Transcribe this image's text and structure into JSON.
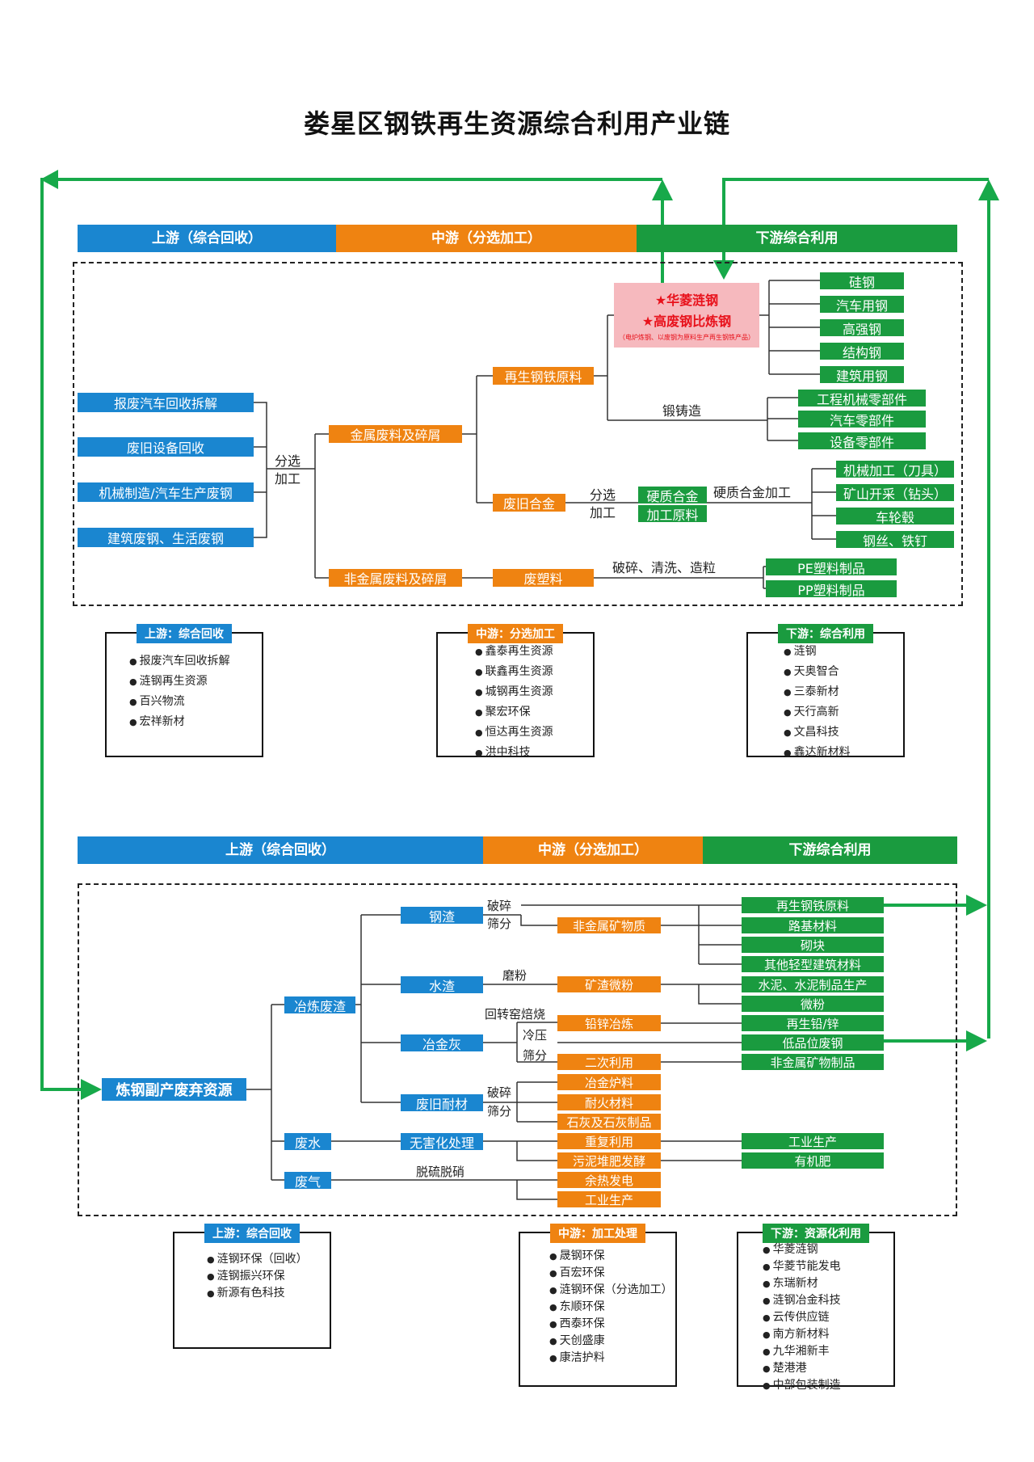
{
  "title": "娄星区钢铁再生资源综合利用产业链",
  "colors": {
    "up": "#1a86d0",
    "mid": "#ef8311",
    "down": "#1a9b3f",
    "accent": "#e8111b",
    "arrow": "#17a94a"
  },
  "headers1": {
    "up": "上游（综合回收）",
    "mid": "中游（分选加工）",
    "down": "下游综合利用"
  },
  "headers2": {
    "up": "上游（综合回收）",
    "mid": "中游（分选加工）",
    "down": "下游综合利用"
  },
  "chain1": {
    "sources": [
      "报废汽车回收拆解",
      "废旧设备回收",
      "机械制造/汽车生产废钢",
      "建筑废钢、生活废钢"
    ],
    "sort_label": [
      "分选",
      "加工"
    ],
    "metal_scrap": "金属废料及碎屑",
    "nonmetal_scrap": "非金属废料及碎屑",
    "recycled_steel": "再生钢铁原料",
    "hard_alloy": "废旧合金",
    "plastic": "废塑料",
    "highlight": {
      "line1": "★华菱涟钢",
      "line2": "★高废钢比炼钢",
      "note": "（电炉炼钢、以废钢为原料生产再生钢铁产品）"
    },
    "steel_products": [
      "硅钢",
      "汽车用钢",
      "高强钢",
      "结构钢",
      "建筑用钢"
    ],
    "forging_label": "锻铸造",
    "forging_products": [
      "工程机械零部件",
      "汽车零部件",
      "设备零部件"
    ],
    "alloy_sort_label": [
      "分选",
      "加工"
    ],
    "alloy_material": [
      "硬质合金",
      "加工原料"
    ],
    "alloy_process_label": "硬质合金加工",
    "alloy_products": [
      "机械加工（刀具）",
      "矿山开采（钻头）",
      "车轮毂",
      "钢丝、铁钉"
    ],
    "plastic_label": "破碎、清洗、造粒",
    "plastic_products": [
      "PE塑料制品",
      "PP塑料制品"
    ]
  },
  "panels1": [
    {
      "title": "上游：综合回收",
      "items": [
        "报废汽车回收拆解",
        "涟钢再生资源",
        "百兴物流",
        "宏祥新材"
      ]
    },
    {
      "title": "中游：分选加工",
      "items": [
        "鑫泰再生资源",
        "联鑫再生资源",
        "城钢再生资源",
        "聚宏环保",
        "恒达再生资源",
        "洪中科技"
      ]
    },
    {
      "title": "下游：综合利用",
      "items": [
        "涟钢",
        "天奥智合",
        "三泰新材",
        "天行高新",
        "文昌科技",
        "鑫达新材料"
      ]
    }
  ],
  "chain2": {
    "root": "炼钢副产废弃资源",
    "slag": "冶炼废渣",
    "water": "废水",
    "gas": "废气",
    "steel_slag": "钢渣",
    "water_slag": "水渣",
    "dust": "冶金灰",
    "refractory": "废旧耐材",
    "crush_label": [
      "破碎",
      "筛分"
    ],
    "grind_label": "磨粉",
    "rotary_label": "回转窑焙烧",
    "cool_label": [
      "冷压",
      "筛分"
    ],
    "refr_label": [
      "破碎",
      "筛分"
    ],
    "water_treat": "无害化处理",
    "gas_label": "脱硫脱硝",
    "mineral": "非金属矿物质",
    "slag_powder": "矿渣微粉",
    "zinc": "铅锌冶炼",
    "reuse": "二次利用",
    "refr_products": [
      "冶金炉料",
      "耐火材料",
      "石灰及石灰制品"
    ],
    "water_out": [
      "重复利用",
      "污泥堆肥发酵"
    ],
    "gas_out": [
      "余热发电",
      "工业生产"
    ],
    "products": [
      "再生钢铁原料",
      "路基材料",
      "砌块",
      "其他轻型建筑材料",
      "水泥、水泥制品生产",
      "微粉",
      "再生铅/锌",
      "低品位废钢",
      "非金属矿物制品"
    ],
    "water_products": [
      "工业生产",
      "有机肥"
    ]
  },
  "panels2": [
    {
      "title": "上游：综合回收",
      "items": [
        "涟钢环保（回收）",
        "涟钢振兴环保",
        "新源有色科技"
      ]
    },
    {
      "title": "中游：加工处理",
      "items": [
        "晟钢环保",
        "百宏环保",
        "涟钢环保（分选加工）",
        "东顺环保",
        "西泰环保",
        "天创盛康",
        "康洁护料"
      ]
    },
    {
      "title": "下游：资源化利用",
      "items": [
        "华菱涟钢",
        "华菱节能发电",
        "东瑞新材",
        "涟钢冶金科技",
        "云传供应链",
        "南方新材料",
        "九华湘新丰",
        "楚港港",
        "中部包装制造"
      ]
    }
  ]
}
